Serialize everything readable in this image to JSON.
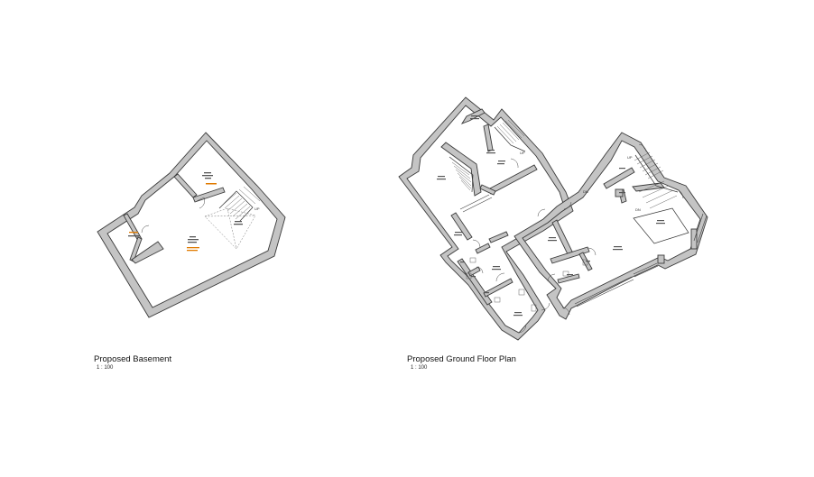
{
  "plans": [
    {
      "title": "Proposed Basement",
      "scale": "1 : 100"
    },
    {
      "title": "Proposed Ground Floor Plan",
      "scale": "1 : 100"
    }
  ],
  "colors": {
    "background": "#ffffff",
    "wall_fill": "#c4c4c4",
    "wall_outline": "#3a3a3a",
    "annotation_orange": "#e07b00"
  },
  "tags": {
    "basement_up": "UP",
    "ground_up": "UP",
    "ground_dn_1": "DN",
    "ground_dn_2": "DN",
    "ground_up_2": "UP"
  }
}
